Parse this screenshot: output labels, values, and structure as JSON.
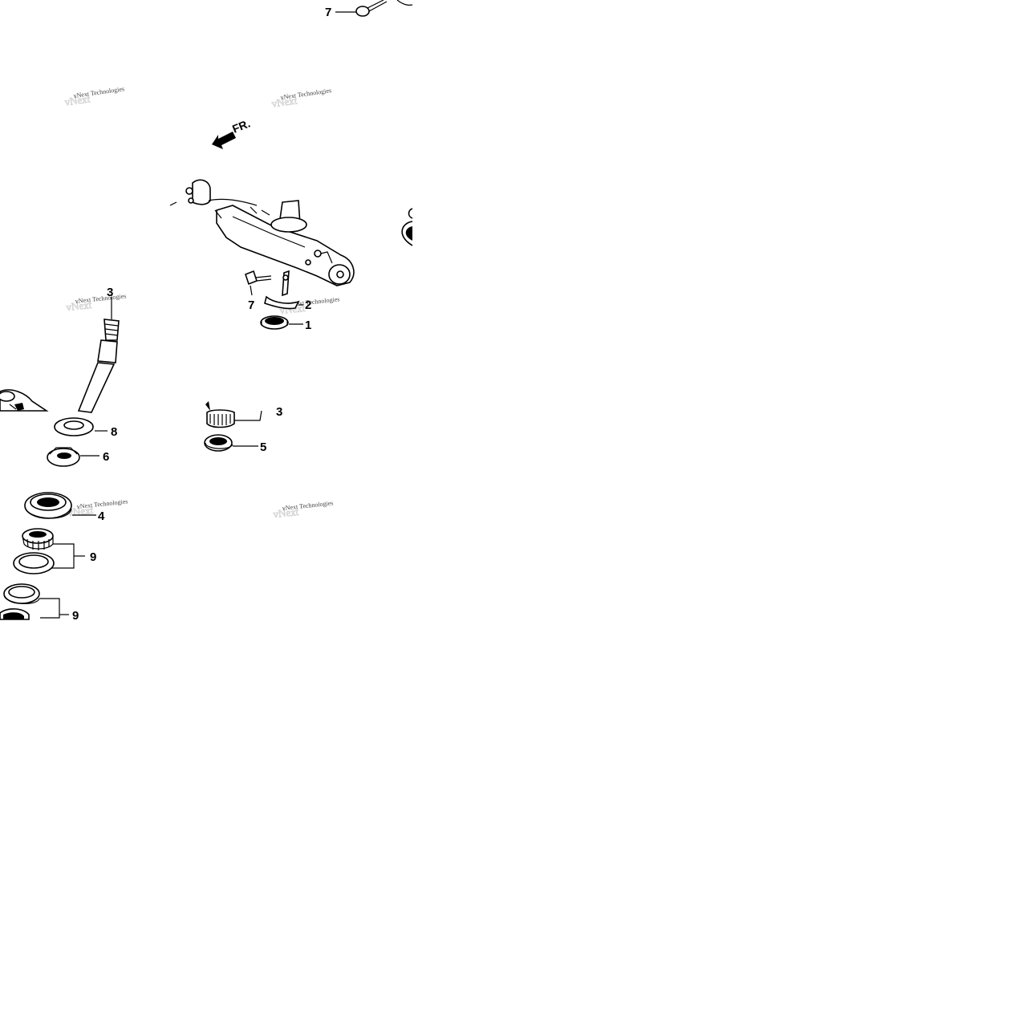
{
  "diagram": {
    "direction_label": "FR.",
    "watermark": "vNext Technologies",
    "callouts": {
      "c1": "1",
      "c2": "2",
      "c3": "3",
      "c4": "4",
      "c5": "5",
      "c6": "6",
      "c7a": "7",
      "c7b": "7",
      "c8": "8",
      "c9a": "9",
      "c9b": "9",
      "c3b": "3"
    }
  }
}
